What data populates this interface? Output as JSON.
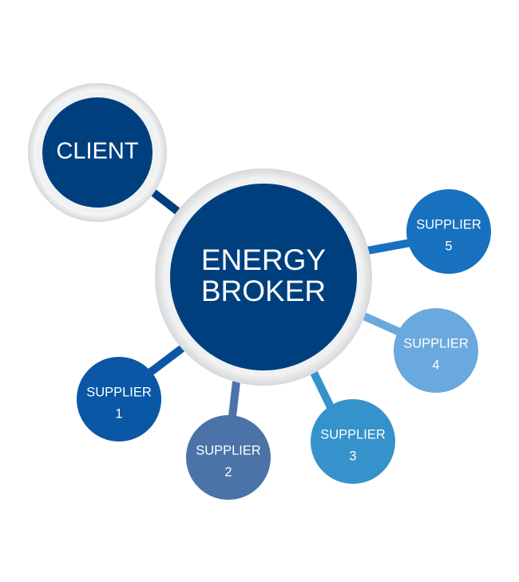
{
  "diagram": {
    "client": {
      "label": "CLIENT",
      "color": "#003f7d"
    },
    "broker": {
      "line1": "ENERGY",
      "line2": "BROKER",
      "color": "#003f7d"
    },
    "suppliers": [
      {
        "line1": "SUPPLIER",
        "line2": "1",
        "color": "#0a57a6"
      },
      {
        "line1": "SUPPLIER",
        "line2": "2",
        "color": "#4b73a8"
      },
      {
        "line1": "SUPPLIER",
        "line2": "3",
        "color": "#3592cb"
      },
      {
        "line1": "SUPPLIER",
        "line2": "4",
        "color": "#6aa9dd"
      },
      {
        "line1": "SUPPLIER",
        "line2": "5",
        "color": "#1771bf"
      }
    ],
    "ring_color": "#e3e4e6"
  }
}
